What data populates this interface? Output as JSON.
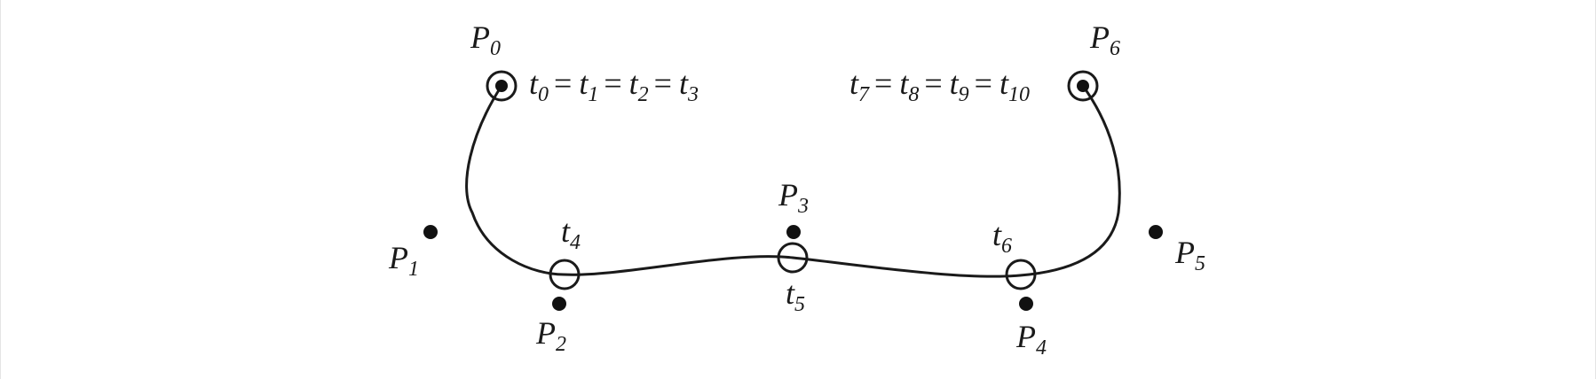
{
  "diagram": {
    "control_points": [
      {
        "name": "P",
        "index": "0"
      },
      {
        "name": "P",
        "index": "1"
      },
      {
        "name": "P",
        "index": "2"
      },
      {
        "name": "P",
        "index": "3"
      },
      {
        "name": "P",
        "index": "4"
      },
      {
        "name": "P",
        "index": "5"
      },
      {
        "name": "P",
        "index": "6"
      }
    ],
    "knot_labels": {
      "start": [
        {
          "name": "t",
          "index": "0"
        },
        {
          "name": "t",
          "index": "1"
        },
        {
          "name": "t",
          "index": "2"
        },
        {
          "name": "t",
          "index": "3"
        }
      ],
      "end": [
        {
          "name": "t",
          "index": "7"
        },
        {
          "name": "t",
          "index": "8"
        },
        {
          "name": "t",
          "index": "9"
        },
        {
          "name": "t",
          "index": "10"
        }
      ],
      "interior": [
        {
          "name": "t",
          "index": "4"
        },
        {
          "name": "t",
          "index": "5"
        },
        {
          "name": "t",
          "index": "6"
        }
      ],
      "equals": "="
    },
    "colors": {
      "ink": "#1a1a1a",
      "background": "#ffffff"
    }
  }
}
